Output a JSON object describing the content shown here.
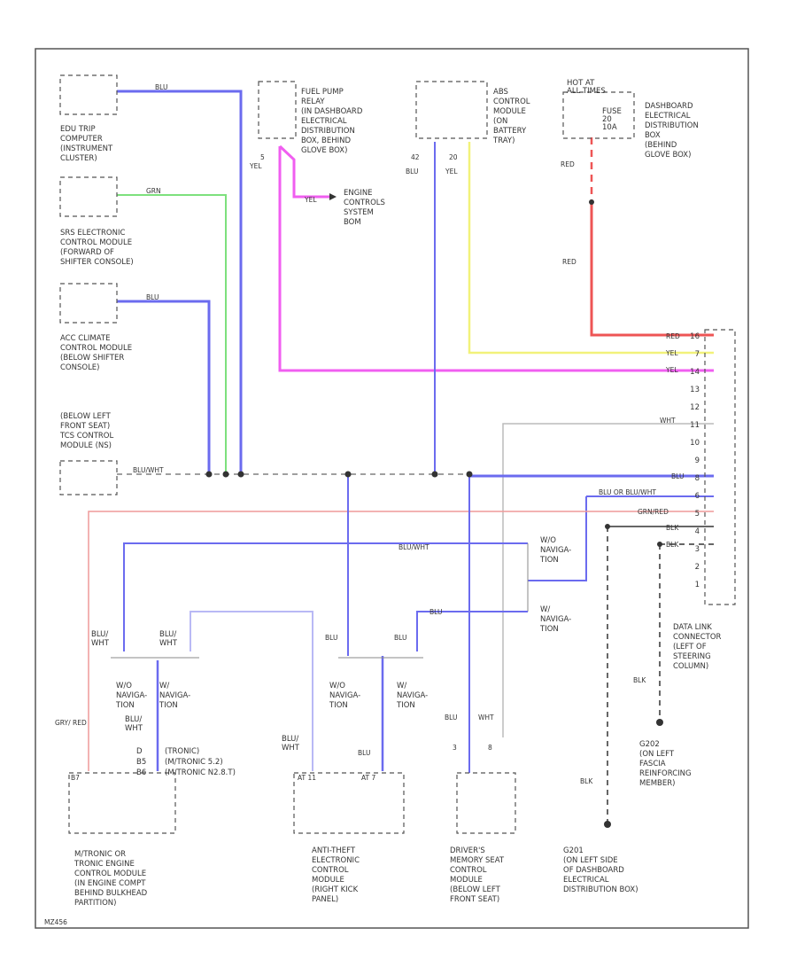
{
  "colors": {
    "blue": "#6b6bef",
    "green": "#7de07d",
    "magenta": "#f05ef0",
    "yellow": "#f2f27a",
    "red": "#ee5555",
    "pink": "#ef9a9a",
    "gray": "#bbbbbb",
    "black": "#333333"
  },
  "components": {
    "trip_computer": [
      "EDU TRIP",
      "COMPUTER",
      "(INSTRUMENT",
      "CLUSTER)"
    ],
    "srs_module": [
      "SRS ELECTRONIC",
      "CONTROL MODULE",
      "(FORWARD OF",
      "SHIFTER CONSOLE)"
    ],
    "acc_climate": [
      "ACC CLIMATE",
      "CONTROL MODULE",
      "(BELOW SHIFTER",
      "CONSOLE)"
    ],
    "tcs_module": [
      "(BELOW LEFT",
      "FRONT SEAT)",
      "TCS CONTROL",
      "MODULE (NS)"
    ],
    "fuel_pump_relay": [
      "FUEL PUMP",
      "RELAY",
      "(IN DASHBOARD",
      "ELECTRICAL",
      "DISTRIBUTION",
      "BOX, BEHIND",
      "GLOVE BOX)"
    ],
    "engine_controls": [
      "ENGINE",
      "CONTROLS",
      "SYSTEM",
      "BOM"
    ],
    "abs_module": [
      "ABS",
      "CONTROL",
      "MODULE",
      "(ON",
      "BATTERY",
      "TRAY)"
    ],
    "hot_at_all_times": [
      "HOT AT",
      "ALL TIMES"
    ],
    "fuse": [
      "FUSE",
      "20",
      "10A"
    ],
    "dash_box": [
      "DASHBOARD",
      "ELECTRICAL",
      "DISTRIBUTION",
      "BOX",
      "(BEHIND",
      "GLOVE BOX)"
    ],
    "dlc": [
      "DATA LINK",
      "CONNECTOR",
      "(LEFT OF",
      "STEERING",
      "COLUMN)"
    ],
    "g202": [
      "G202",
      "(ON LEFT",
      "FASCIA",
      "REINFORCING",
      "MEMBER)"
    ],
    "g201": [
      "G201",
      "(ON LEFT SIDE",
      "OF DASHBOARD",
      "ELECTRICAL",
      "DISTRIBUTION BOX)"
    ],
    "pcm": [
      "M/TRONIC OR",
      "TRONIC ENGINE",
      "CONTROL MODULE",
      "(IN ENGINE COMPT",
      "BEHIND BULKHEAD",
      "PARTITION)"
    ],
    "anti_theft": [
      "ANTI-THEFT",
      "ELECTRONIC",
      "CONTROL",
      "MODULE",
      "(RIGHT KICK",
      "PANEL)"
    ],
    "memory_seat": [
      "DRIVER'S",
      "MEMORY SEAT",
      "CONTROL",
      "MODULE",
      "(BELOW LEFT",
      "FRONT SEAT)"
    ],
    "pcm_pins": [
      "(TRONIC)",
      "(M/TRONIC 5.2)",
      "(M/TRONIC N2.8.T)"
    ],
    "pcm_pin_nums": [
      "D",
      "B5",
      "B6"
    ]
  },
  "wires": {
    "blu": "BLU",
    "grn": "GRN",
    "yel": "YEL",
    "red": "RED",
    "wht": "WHT",
    "blk": "BLK",
    "blu_wht": "BLU/WHT",
    "blu_or_blu_wht": "BLU OR BLU/WHT",
    "grn_red": "GRN/RED",
    "grn_red_lbl": "GRY/ RED",
    "blu_wht_stack": [
      "BLU/",
      "WHT"
    ]
  },
  "split_labels": {
    "w_o_navi": [
      "W/O",
      "NAVIGA-",
      "TION"
    ],
    "w_navi": [
      "W/",
      "NAVIGA-",
      "TION"
    ]
  },
  "dlc_pins": [
    "16",
    "7",
    "14",
    "13",
    "12",
    "11",
    "10",
    "9",
    "8",
    "6",
    "5",
    "4",
    "3",
    "2",
    "1"
  ],
  "pin_numbers": {
    "relay_5": "5",
    "abs_42": "42",
    "abs_20": "20",
    "m_3": "3",
    "m_8": "8",
    "pcm_a": "B7",
    "at_pin": "AT 11",
    "at_pin2": "AT 7",
    "dlc_3": "3",
    "dlc_6": "6"
  },
  "footnote": "MZ456"
}
